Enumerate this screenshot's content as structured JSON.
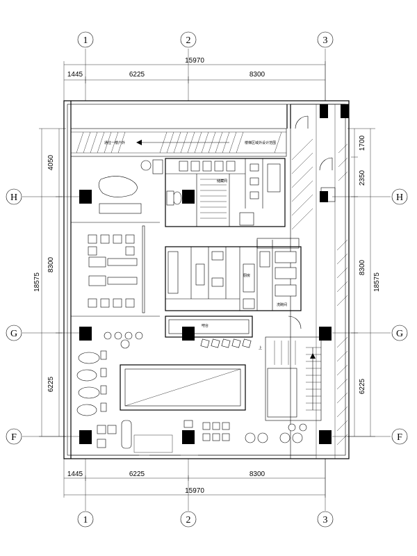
{
  "grid": {
    "columns": [
      "1",
      "2",
      "3"
    ],
    "rows": [
      "H",
      "G",
      "F"
    ]
  },
  "dimensions": {
    "top_total": "15970",
    "top_segments": [
      "1445",
      "6225",
      "8300"
    ],
    "bottom_total": "15970",
    "bottom_segments": [
      "1445",
      "6225",
      "8300"
    ],
    "left_total": "18575",
    "left_segments": [
      "4050",
      "8300",
      "6225"
    ],
    "right_total": "18575",
    "right_segments": [
      "1700",
      "2350",
      "8300",
      "6225"
    ]
  },
  "labels": {
    "corridor_left": "通往一楼户外",
    "corridor_right": "楼梯区域外设计范围",
    "kitchen_room": "储藏间",
    "kitchen_a": "厨房",
    "kitchen_b": "洗碗间",
    "stair_up": "上",
    "counter": "吧台"
  }
}
